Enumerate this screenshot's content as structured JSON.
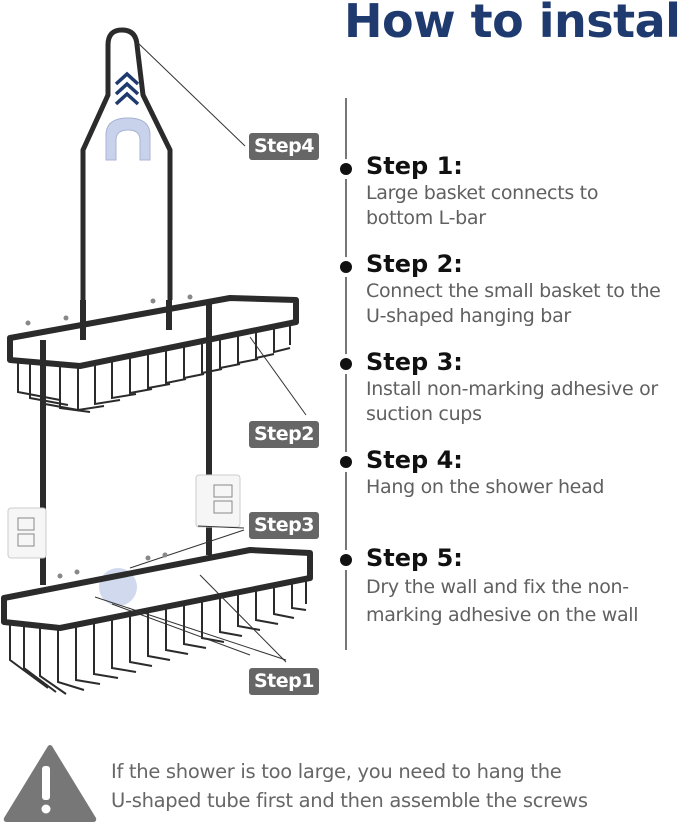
{
  "title": "How to install",
  "illustration": {
    "badges": [
      {
        "label": "Step4"
      },
      {
        "label": "Step2"
      },
      {
        "label": "Step3"
      },
      {
        "label": "Step1"
      }
    ],
    "colors": {
      "rack": "#2b2b2b",
      "arrow": "#1f3a6e",
      "hook": "#c8d2ea",
      "badge_bg": "#666666"
    }
  },
  "steps": [
    {
      "title": "Step 1:",
      "description": "Large basket connects to bottom L-bar"
    },
    {
      "title": "Step 2:",
      "description": "Connect the small basket to the U-shaped hanging bar"
    },
    {
      "title": "Step 3:",
      "description": "Install non-marking adhesive or suction cups"
    },
    {
      "title": "Step 4:",
      "description": "Hang on the shower head"
    },
    {
      "title": "Step 5:",
      "description": "Dry the wall and fix the non-marking adhesive on the wall"
    }
  ],
  "warning": {
    "icon": "warning-icon",
    "line1": "If the shower is too large, you need to hang the",
    "line2": "U-shaped tube first and then assemble the screws"
  },
  "colors": {
    "title": "#1f3a6e",
    "step_title": "#111111",
    "step_desc": "#606060",
    "warning_text": "#666666",
    "warning_icon": "#777777"
  }
}
